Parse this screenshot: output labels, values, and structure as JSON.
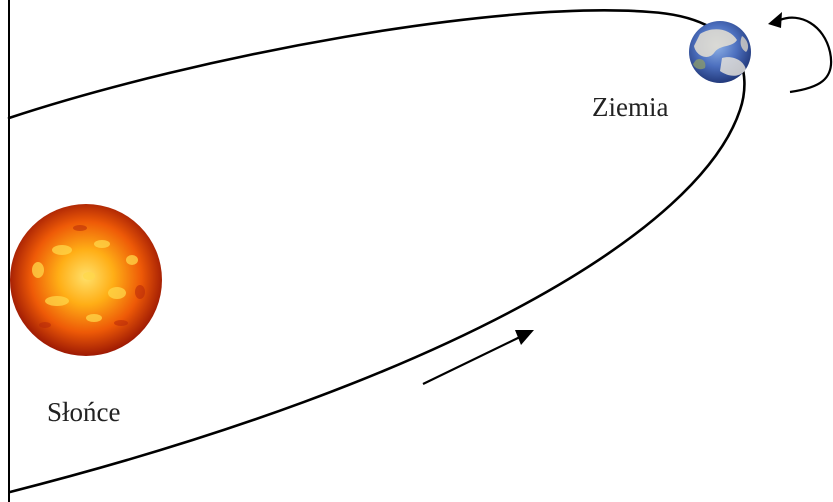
{
  "labels": {
    "earth": "Ziemia",
    "sun": "Słońce"
  },
  "colors": {
    "line": "#000000",
    "sun_core": "#ffd21a",
    "sun_mid": "#f06a08",
    "sun_edge": "#a81e05",
    "earth_ocean": "#3f63b7",
    "earth_land": "#d9d2c4",
    "background": "#ffffff"
  },
  "icons": {
    "sun": "sun-photo",
    "earth": "earth-photo",
    "orbit_arrow": "arrow-icon",
    "rotation_arrow": "curved-arrow-icon"
  }
}
